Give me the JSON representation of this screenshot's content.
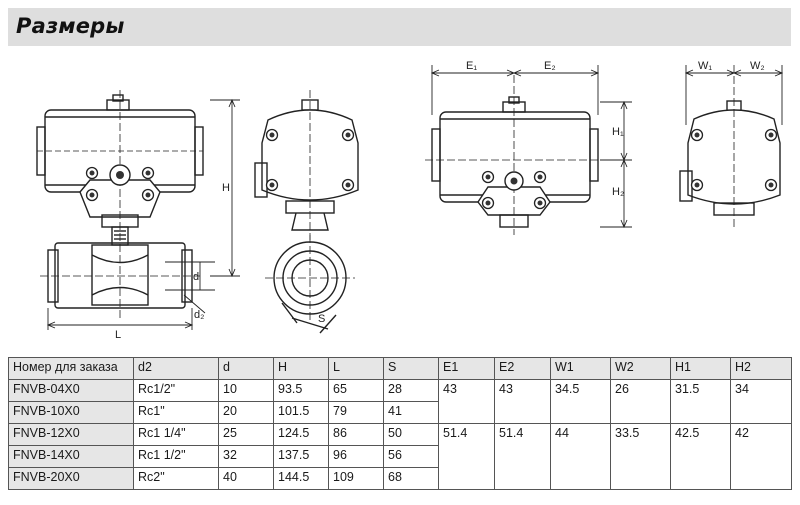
{
  "title": "Размеры",
  "dimension_labels": {
    "H": "H",
    "d": "d",
    "d2": "d₂",
    "L": "L",
    "S": "S",
    "E1": "E₁",
    "E2": "E₂",
    "H1": "H₁",
    "H2": "H₂",
    "W1": "W₁",
    "W2": "W₂"
  },
  "table": {
    "headers": [
      "Номер для заказа",
      "d2",
      "d",
      "H",
      "L",
      "S",
      "E1",
      "E2",
      "W1",
      "W2",
      "H1",
      "H2"
    ],
    "rows": [
      [
        "FNVB-04X0",
        "Rc1/2\"",
        "10",
        "93.5",
        "65",
        "28"
      ],
      [
        "FNVB-10X0",
        "Rc1\"",
        "20",
        "101.5",
        "79",
        "41"
      ],
      [
        "FNVB-12X0",
        "Rc1 1/4\"",
        "25",
        "124.5",
        "86",
        "50"
      ],
      [
        "FNVB-14X0",
        "Rc1 1/2\"",
        "32",
        "137.5",
        "96",
        "56"
      ],
      [
        "FNVB-20X0",
        "Rc2\"",
        "40",
        "144.5",
        "109",
        "68"
      ]
    ],
    "group_a": [
      "43",
      "43",
      "34.5",
      "26",
      "31.5",
      "34"
    ],
    "group_b": [
      "51.4",
      "51.4",
      "44",
      "33.5",
      "42.5",
      "42"
    ]
  }
}
